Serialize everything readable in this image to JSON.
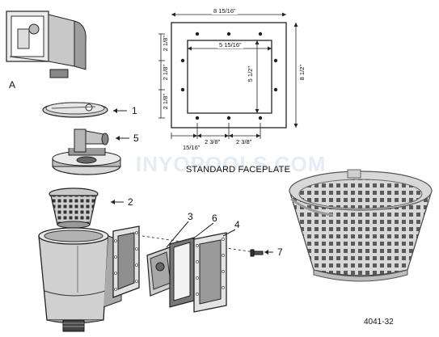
{
  "watermark": "INYOPOOLS.COM",
  "label_a": "A",
  "parts": {
    "p1": "1",
    "p2": "2",
    "p3": "3",
    "p4": "4",
    "p5": "5",
    "p6": "6",
    "p7": "7"
  },
  "faceplate": {
    "caption": "STANDARD FACEPLATE",
    "dim_width_outer": "8 15/16\"",
    "dim_width_inner": "5 15/16\"",
    "dim_height_outer": "8 1/2\"",
    "dim_height_inner": "5 1/2\"",
    "dim_left_top": "2 1/8\"",
    "dim_left_mid": "2 1/8\"",
    "dim_left_bottom": "2 1/8\"",
    "dim_bottom_offset": "15/16\"",
    "dim_bottom_mid": "2 3/8\"",
    "dim_bottom_right": "2 3/8\""
  },
  "model_code": "4041-32",
  "colors": {
    "line": "#222222",
    "gray_dark": "#555555",
    "gray_mid": "#8a8a8a",
    "gray_light": "#cfcfcf"
  }
}
